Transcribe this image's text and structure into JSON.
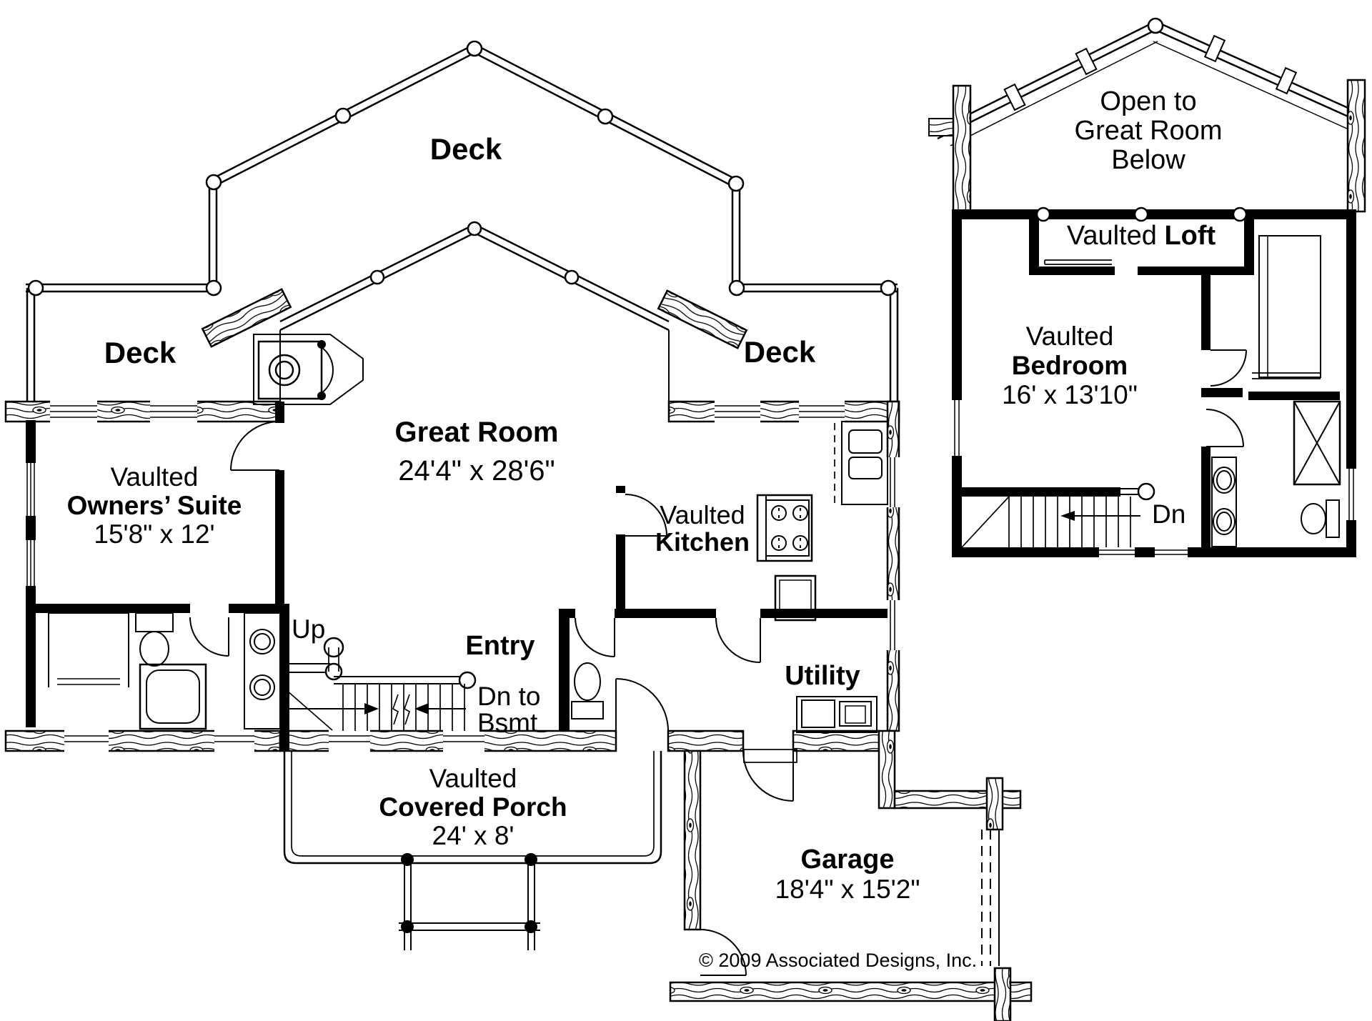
{
  "plan": {
    "copyright": "© 2009 Associated Designs, Inc.",
    "colors": {
      "line": "#000000",
      "background": "#ffffff"
    },
    "main_floor": {
      "deck_top": "Deck",
      "deck_left": "Deck",
      "deck_right": "Deck",
      "great_room": {
        "name": "Great Room",
        "dims": "24'4\" x 28'6\""
      },
      "owners_suite": {
        "prefix": "Vaulted",
        "name": "Owners’ Suite",
        "dims": "15'8\" x 12'"
      },
      "kitchen": {
        "prefix": "Vaulted",
        "name": "Kitchen"
      },
      "entry": "Entry",
      "up": "Up",
      "dn_to_bsmt_line1": "Dn to",
      "dn_to_bsmt_line2": "Bsmt",
      "utility": "Utility",
      "covered_porch": {
        "prefix": "Vaulted",
        "name": "Covered Porch",
        "dims": "24' x 8'"
      },
      "garage": {
        "name": "Garage",
        "dims": "18'4\" x 15'2\""
      }
    },
    "upper_floor": {
      "open_below_line1": "Open to",
      "open_below_line2": "Great Room",
      "open_below_line3": "Below",
      "loft": {
        "prefix": "Vaulted",
        "name": "Loft"
      },
      "bedroom": {
        "prefix": "Vaulted",
        "name": "Bedroom",
        "dims": "16' x 13'10\""
      },
      "dn": "Dn"
    }
  }
}
